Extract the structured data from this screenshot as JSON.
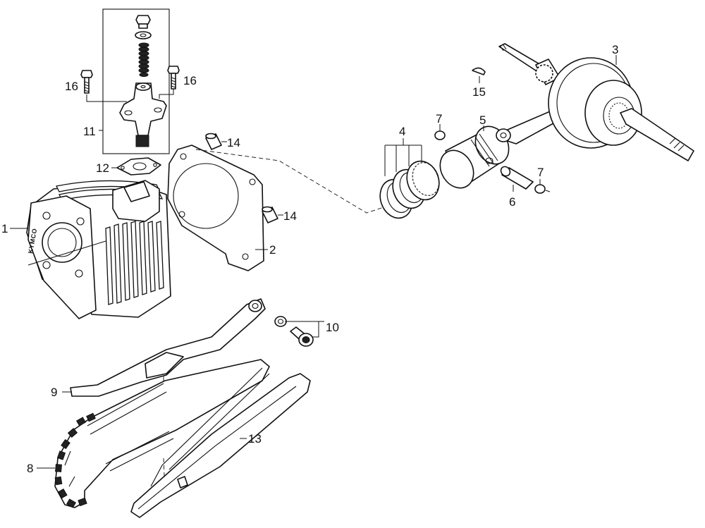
{
  "diagram": {
    "brand_stamp": "KYMCO",
    "callouts": [
      {
        "id": "1",
        "label": "1"
      },
      {
        "id": "2",
        "label": "2"
      },
      {
        "id": "3",
        "label": "3"
      },
      {
        "id": "4",
        "label": "4"
      },
      {
        "id": "5",
        "label": "5"
      },
      {
        "id": "6",
        "label": "6"
      },
      {
        "id": "7a",
        "label": "7"
      },
      {
        "id": "7b",
        "label": "7"
      },
      {
        "id": "8",
        "label": "8"
      },
      {
        "id": "9",
        "label": "9"
      },
      {
        "id": "10",
        "label": "10"
      },
      {
        "id": "11",
        "label": "11"
      },
      {
        "id": "12",
        "label": "12"
      },
      {
        "id": "13",
        "label": "13"
      },
      {
        "id": "14a",
        "label": "14"
      },
      {
        "id": "14b",
        "label": "14"
      },
      {
        "id": "15",
        "label": "15"
      },
      {
        "id": "16a",
        "label": "16"
      },
      {
        "id": "16b",
        "label": "16"
      }
    ]
  }
}
